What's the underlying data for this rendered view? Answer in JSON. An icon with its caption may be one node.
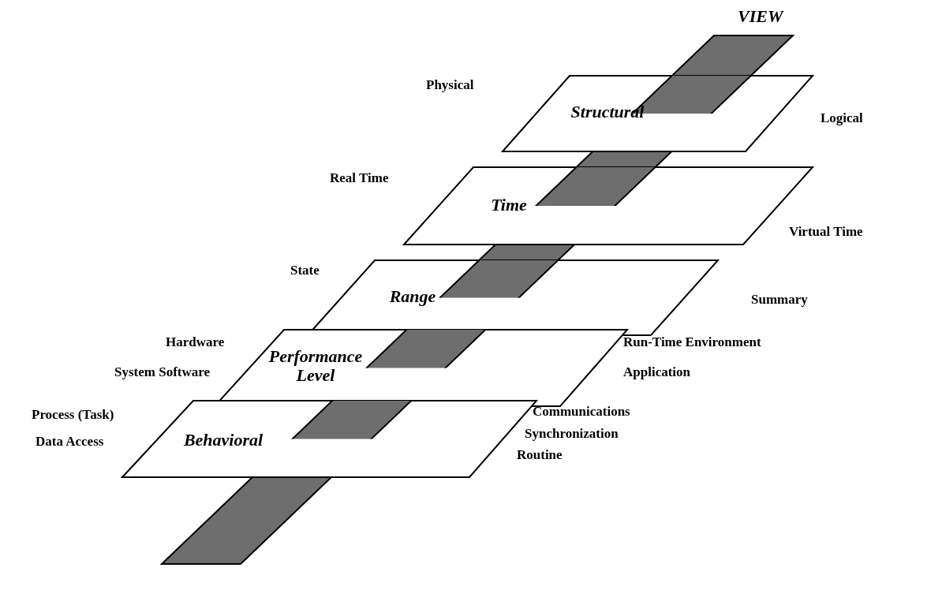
{
  "diagram": {
    "nodes": [
      {
        "text": [
          "Structural"
        ],
        "beside": [
          "Physical",
          "Logical"
        ]
      },
      {
        "text": [
          "Time"
        ],
        "beside": [
          "Real Time",
          "Virtual Time"
        ]
      },
      {
        "text": [
          "Range"
        ],
        "beside": [
          "State",
          "Summary"
        ]
      },
      {
        "text": [
          "Performance Level"
        ],
        "beside": [
          "Hardware",
          "System Software",
          "Run-Time Environment",
          "Application"
        ]
      },
      {
        "text": [
          "Behavioral"
        ],
        "beside": [
          "Process (Task)",
          "Data Access",
          "Communications",
          "Synchronization",
          "Routine"
        ]
      }
    ],
    "labels": [
      "VIEW"
    ]
  }
}
